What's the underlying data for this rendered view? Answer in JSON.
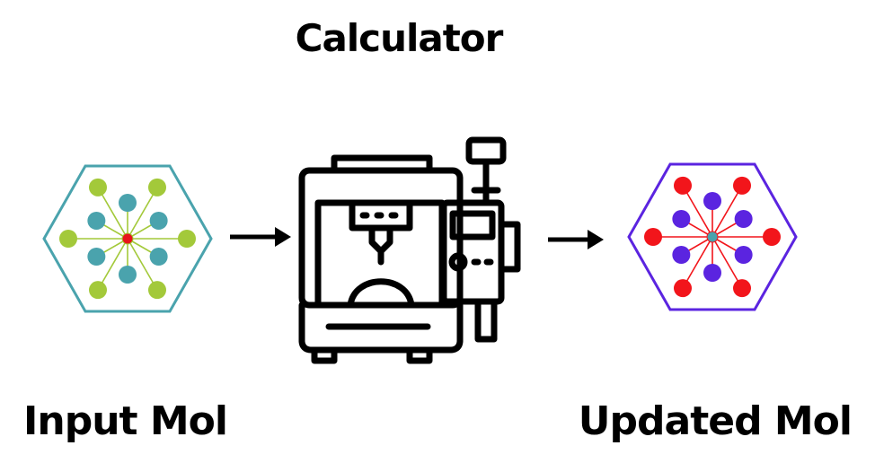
{
  "diagram": {
    "title": "Calculator",
    "input_label": "Input Mol",
    "output_label": "Updated Mol",
    "icons": {
      "input": "molecule-hexagon-icon",
      "machine": "cnc-machine-icon",
      "output": "molecule-hexagon-icon",
      "arrow": "arrow-right-icon"
    },
    "colors": {
      "input_border": "#4aa3ad",
      "input_outer_atoms": "#a3c93a",
      "input_inner_atoms": "#4aa3ad",
      "input_center_atom": "#e8141c",
      "output_border": "#5b24e0",
      "output_outer_atoms": "#f2151b",
      "output_inner_atoms": "#5b24e0",
      "output_center_atom": "#4aa3ad",
      "line": "#000000"
    }
  }
}
